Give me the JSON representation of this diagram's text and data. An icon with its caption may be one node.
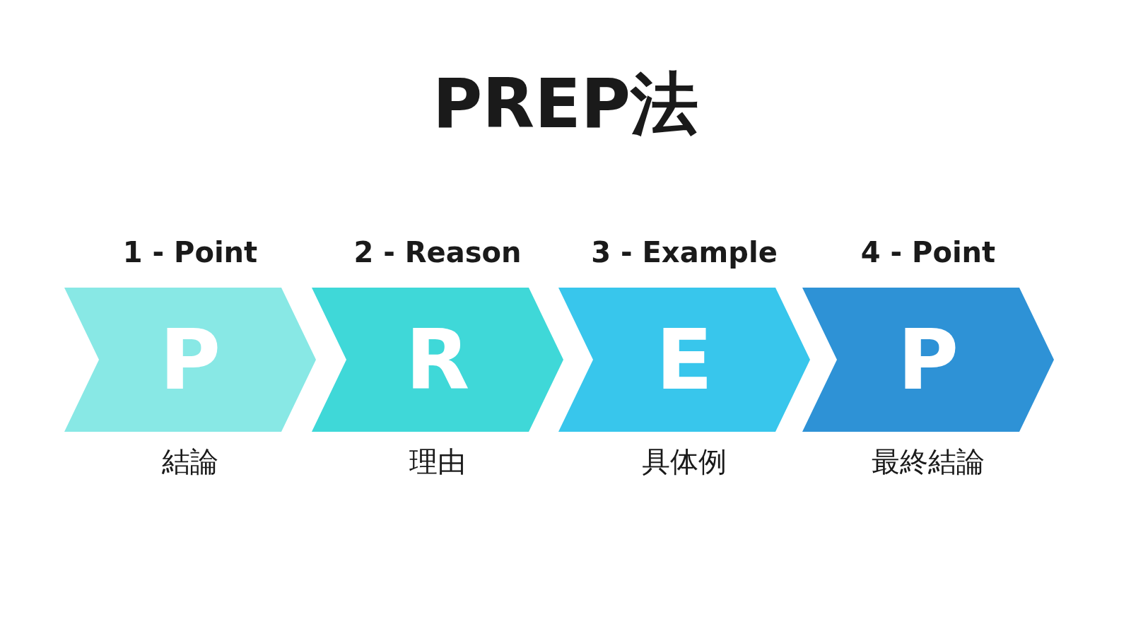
{
  "diagram": {
    "title": "PREP法",
    "nodes": [
      {
        "text": [
          "1 - Point",
          "P"
        ],
        "beside": [
          "結論"
        ]
      },
      {
        "text": [
          "2 - Reason",
          "R"
        ],
        "beside": [
          "理由"
        ]
      },
      {
        "text": [
          "3 - Example",
          "E"
        ],
        "beside": [
          "具体例"
        ]
      },
      {
        "text": [
          "4 - Point",
          "P"
        ],
        "beside": [
          "最終結論"
        ]
      }
    ]
  }
}
